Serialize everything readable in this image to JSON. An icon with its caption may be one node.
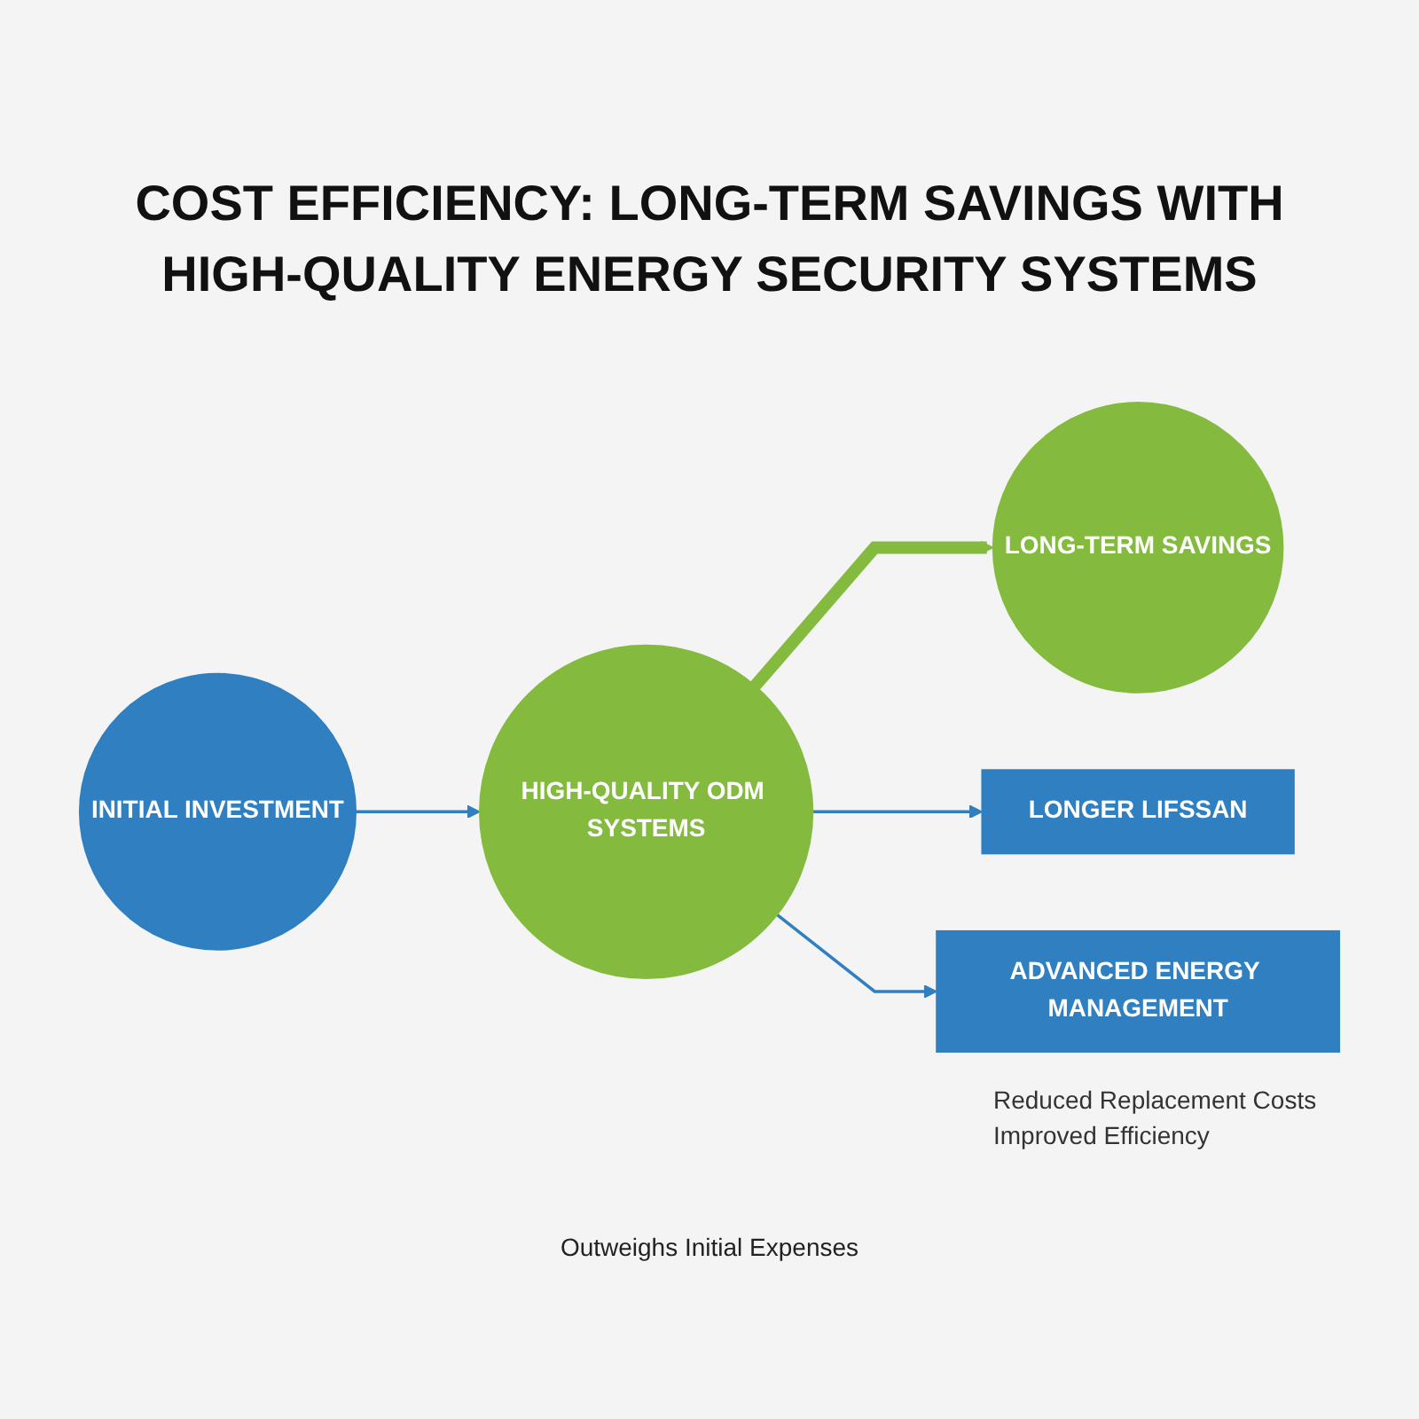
{
  "diagram": {
    "title": "COST EFFICIENCY: LONG-TERM SAVINGS WITH HIGH-QUALITY ENERGY SECURITY SYSTEMS",
    "nodes": [
      {
        "text": [
          "INITIAL INVESTMENT"
        ]
      },
      {
        "text": [
          "HIGH-QUALITY ODM SYSTEMS"
        ]
      },
      {
        "text": [
          "LONG-TERM SAVINGS"
        ]
      },
      {
        "text": [
          "LONGER LIFSSAN"
        ]
      },
      {
        "text": [
          "ADVANCED ENERGY MANAGEMENT"
        ]
      }
    ],
    "edges": [
      {
        "from": 0,
        "to": 1,
        "arrow": "to"
      },
      {
        "from": 1,
        "to": 2,
        "arrow": "to",
        "style": "thick",
        "color": "#84bb3f"
      },
      {
        "from": 1,
        "to": 3,
        "arrow": "to"
      },
      {
        "from": 1,
        "to": 4,
        "arrow": "to"
      }
    ],
    "labels": [
      "Reduced Replacement Costs",
      "Improved Efficiency",
      "Outweighs Initial Expenses"
    ]
  }
}
